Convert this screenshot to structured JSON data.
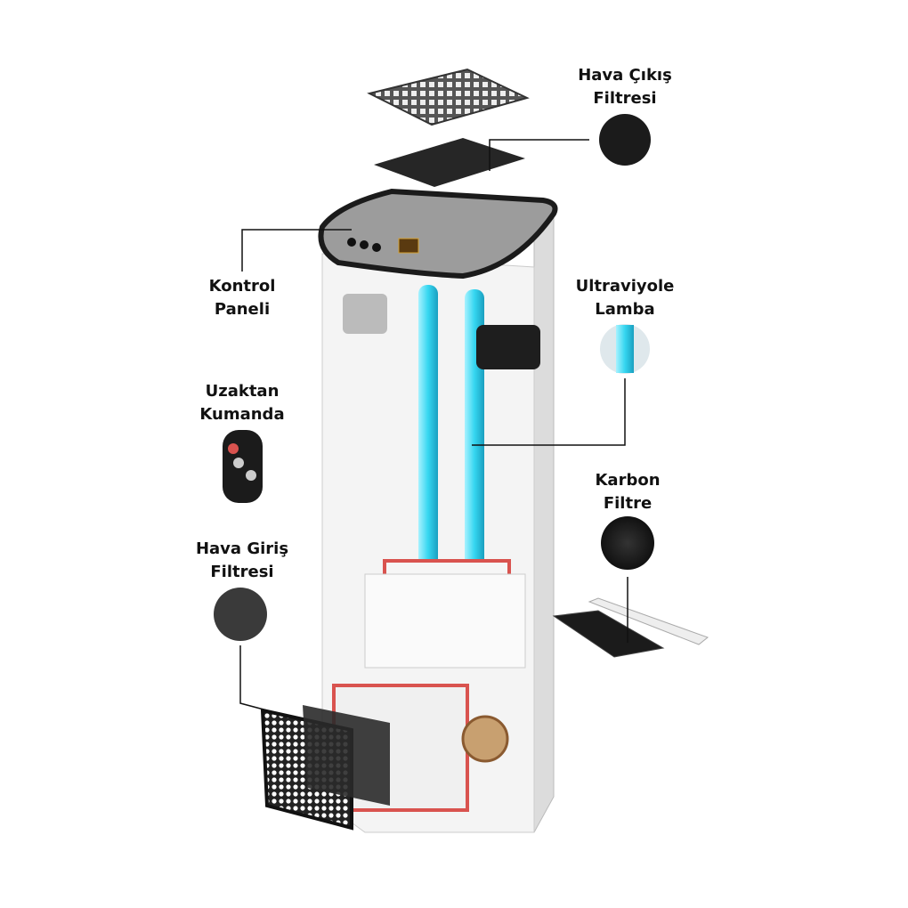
{
  "labels": {
    "outlet_filter": {
      "line1": "Hava Çıkış",
      "line2": "Filtresi"
    },
    "control_panel": {
      "line1": "Kontrol",
      "line2": "Paneli"
    },
    "uv_lamp": {
      "line1": "Ultraviyole",
      "line2": "Lamba"
    },
    "remote": {
      "line1": "Uzaktan",
      "line2": "Kumanda"
    },
    "carbon_filter": {
      "line1": "Karbon",
      "line2": "Filtre"
    },
    "inlet_filter": {
      "line1": "Hava Giriş",
      "line2": "Filtresi"
    }
  },
  "colors": {
    "uv": "#35d6f0",
    "body": "#f2f2f2",
    "dark": "#1b1b1b",
    "accent_red": "#d9534f"
  }
}
